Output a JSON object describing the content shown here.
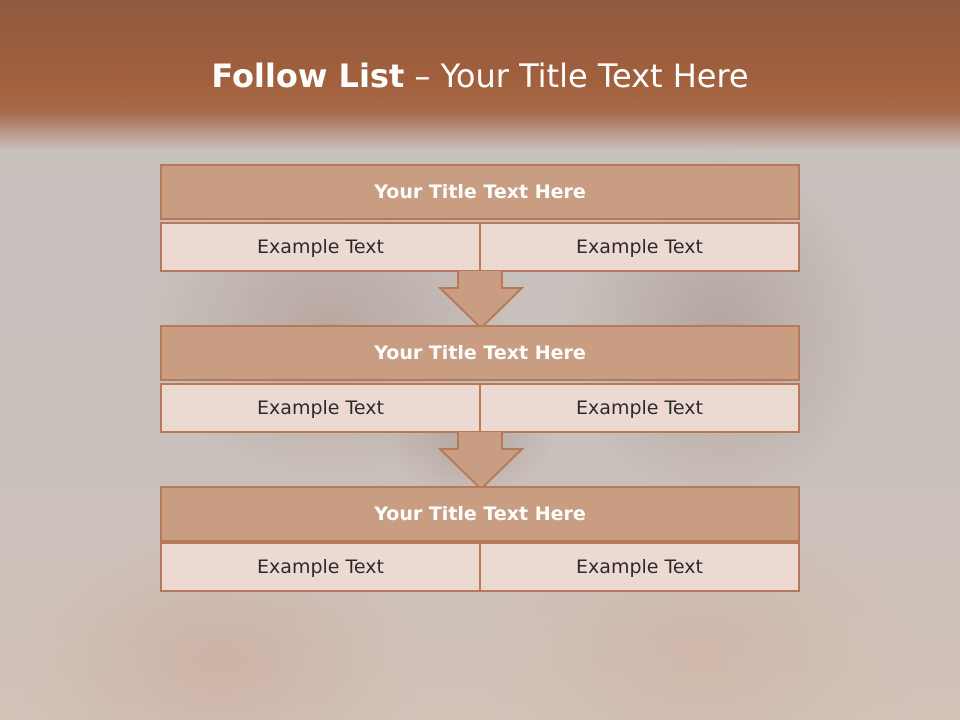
{
  "slide": {
    "title_bold": "Follow List",
    "title_rest": " – Your Title Text Here"
  },
  "blocks": [
    {
      "title": "Your Title Text Here",
      "left": "Example Text",
      "right": "Example Text"
    },
    {
      "title": "Your Title Text Here",
      "left": "Example Text",
      "right": "Example Text"
    },
    {
      "title": "Your Title Text Here",
      "left": "Example Text",
      "right": "Example Text"
    }
  ],
  "colors": {
    "title_band": "#a2603d",
    "header_fill": "#c99d82",
    "cell_fill": "#ecd9d2",
    "border": "#b77a58"
  }
}
